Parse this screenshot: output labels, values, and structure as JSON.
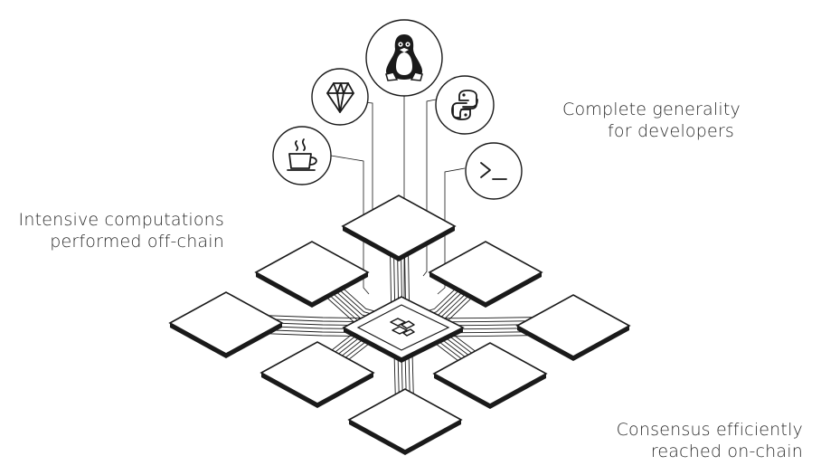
{
  "captions": {
    "offchain": [
      "Intensive computations",
      "performed off-chain"
    ],
    "generality": [
      "Complete generality",
      "for developers"
    ],
    "consensus": [
      "Consensus efficiently",
      "reached on-chain"
    ]
  },
  "icons": [
    "java-icon",
    "ruby-icon",
    "linux-icon",
    "python-icon",
    "terminal-icon"
  ],
  "center_chip": "cartesi-logo-icon"
}
